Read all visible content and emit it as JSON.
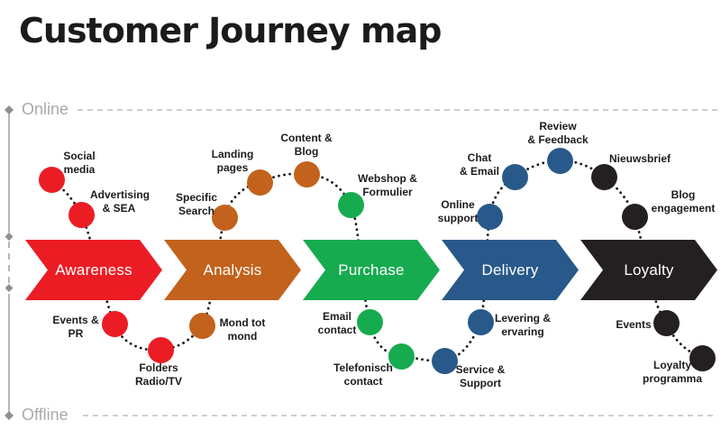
{
  "title": "Customer Journey map",
  "lanes": {
    "online": "Online",
    "offline": "Offline"
  },
  "colors": {
    "awareness_red": "#EC1C24",
    "analysis_orange": "#C2621C",
    "purchase_green": "#17AB4F",
    "delivery_blue": "#28598A",
    "loyalty_black": "#242021",
    "lane_gray": "#A9A9A9",
    "dotted_path_black": "#1B1B1B"
  },
  "stages": [
    {
      "label": "Awareness",
      "color": "#EC1C24"
    },
    {
      "label": "Analysis",
      "color": "#C2621C"
    },
    {
      "label": "Purchase",
      "color": "#17AB4F"
    },
    {
      "label": "Delivery",
      "color": "#28598A"
    },
    {
      "label": "Loyalty",
      "color": "#242021"
    }
  ],
  "nodes": [
    {
      "label": "Social\nmedia",
      "stage": "Awareness",
      "lane": "online"
    },
    {
      "label": "Advertising\n& SEA",
      "stage": "Awareness",
      "lane": "online"
    },
    {
      "label": "Events &\nPR",
      "stage": "Awareness",
      "lane": "offline"
    },
    {
      "label": "Folders\nRadio/TV",
      "stage": "Awareness",
      "lane": "offline"
    },
    {
      "label": "Mond tot\nmond",
      "stage": "Analysis",
      "lane": "offline"
    },
    {
      "label": "Specific\nSearch",
      "stage": "Analysis",
      "lane": "online"
    },
    {
      "label": "Landing\npages",
      "stage": "Analysis",
      "lane": "online"
    },
    {
      "label": "Content &\nBlog",
      "stage": "Analysis",
      "lane": "online"
    },
    {
      "label": "Webshop &\nFormulier",
      "stage": "Purchase",
      "lane": "online"
    },
    {
      "label": "Email\ncontact",
      "stage": "Purchase",
      "lane": "offline"
    },
    {
      "label": "Telefonisch\ncontact",
      "stage": "Purchase",
      "lane": "offline"
    },
    {
      "label": "Service &\nSupport",
      "stage": "Delivery",
      "lane": "offline"
    },
    {
      "label": "Levering &\nervaring",
      "stage": "Delivery",
      "lane": "offline"
    },
    {
      "label": "Online\nsupport",
      "stage": "Delivery",
      "lane": "online"
    },
    {
      "label": "Chat\n& Email",
      "stage": "Delivery",
      "lane": "online"
    },
    {
      "label": "Review\n& Feedback",
      "stage": "Delivery",
      "lane": "online"
    },
    {
      "label": "Nieuwsbrief",
      "stage": "Loyalty",
      "lane": "online"
    },
    {
      "label": "Blog\nengagement",
      "stage": "Loyalty",
      "lane": "online"
    },
    {
      "label": "Events",
      "stage": "Loyalty",
      "lane": "offline"
    },
    {
      "label": "Loyalty\nprogramma",
      "stage": "Loyalty",
      "lane": "offline"
    }
  ]
}
